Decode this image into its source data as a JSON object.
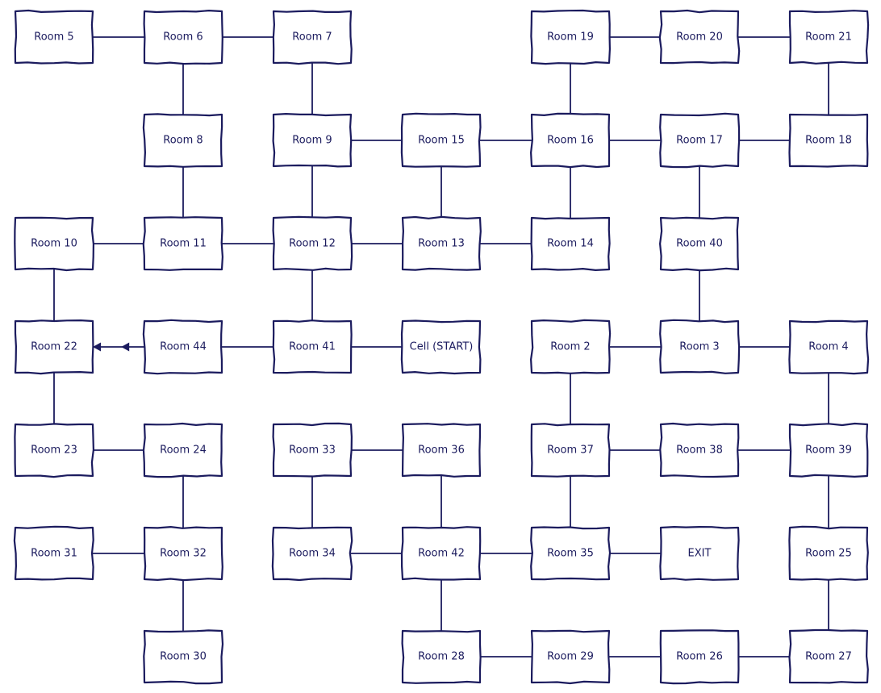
{
  "diagram": {
    "colors": {
      "stroke": "#1b1b5e",
      "fill": "#ffffff",
      "text": "#1b1b5e"
    },
    "rooms": [
      {
        "id": "r5",
        "label": "Room 5"
      },
      {
        "id": "r6",
        "label": "Room 6"
      },
      {
        "id": "r7",
        "label": "Room 7"
      },
      {
        "id": "r19",
        "label": "Room 19"
      },
      {
        "id": "r20",
        "label": "Room 20"
      },
      {
        "id": "r21",
        "label": "Room 21"
      },
      {
        "id": "r8",
        "label": "Room 8"
      },
      {
        "id": "r9",
        "label": "Room 9"
      },
      {
        "id": "r15",
        "label": "Room 15"
      },
      {
        "id": "r16",
        "label": "Room 16"
      },
      {
        "id": "r17",
        "label": "Room 17"
      },
      {
        "id": "r18",
        "label": "Room 18"
      },
      {
        "id": "r10",
        "label": "Room 10"
      },
      {
        "id": "r11",
        "label": "Room 11"
      },
      {
        "id": "r12",
        "label": "Room 12"
      },
      {
        "id": "r13",
        "label": "Room 13"
      },
      {
        "id": "r14",
        "label": "Room 14"
      },
      {
        "id": "r40",
        "label": "Room 40"
      },
      {
        "id": "r22",
        "label": "Room 22"
      },
      {
        "id": "r44",
        "label": "Room 44"
      },
      {
        "id": "r41",
        "label": "Room 41"
      },
      {
        "id": "cell",
        "label": "Cell (START)"
      },
      {
        "id": "r2",
        "label": "Room 2"
      },
      {
        "id": "r3",
        "label": "Room 3"
      },
      {
        "id": "r4",
        "label": "Room 4"
      },
      {
        "id": "r23",
        "label": "Room 23"
      },
      {
        "id": "r24",
        "label": "Room 24"
      },
      {
        "id": "r33",
        "label": "Room 33"
      },
      {
        "id": "r36",
        "label": "Room 36"
      },
      {
        "id": "r37",
        "label": "Room 37"
      },
      {
        "id": "r38",
        "label": "Room 38"
      },
      {
        "id": "r39",
        "label": "Room 39"
      },
      {
        "id": "r31",
        "label": "Room 31"
      },
      {
        "id": "r32",
        "label": "Room 32"
      },
      {
        "id": "r34",
        "label": "Room 34"
      },
      {
        "id": "r42",
        "label": "Room 42"
      },
      {
        "id": "r35",
        "label": "Room 35"
      },
      {
        "id": "exit",
        "label": "EXIT"
      },
      {
        "id": "r25",
        "label": "Room 25"
      },
      {
        "id": "r30",
        "label": "Room 30"
      },
      {
        "id": "r28",
        "label": "Room 28"
      },
      {
        "id": "r29",
        "label": "Room 29"
      },
      {
        "id": "r26",
        "label": "Room 26"
      },
      {
        "id": "r27",
        "label": "Room 27"
      }
    ],
    "connections": [
      {
        "from": "r5",
        "to": "r6"
      },
      {
        "from": "r6",
        "to": "r7"
      },
      {
        "from": "r19",
        "to": "r20"
      },
      {
        "from": "r20",
        "to": "r21"
      },
      {
        "from": "r6",
        "to": "r8"
      },
      {
        "from": "r7",
        "to": "r9"
      },
      {
        "from": "r19",
        "to": "r16"
      },
      {
        "from": "r21",
        "to": "r18"
      },
      {
        "from": "r9",
        "to": "r15"
      },
      {
        "from": "r15",
        "to": "r16"
      },
      {
        "from": "r16",
        "to": "r17"
      },
      {
        "from": "r17",
        "to": "r18"
      },
      {
        "from": "r8",
        "to": "r11"
      },
      {
        "from": "r9",
        "to": "r12"
      },
      {
        "from": "r15",
        "to": "r13"
      },
      {
        "from": "r16",
        "to": "r14"
      },
      {
        "from": "r17",
        "to": "r40"
      },
      {
        "from": "r10",
        "to": "r11"
      },
      {
        "from": "r11",
        "to": "r12"
      },
      {
        "from": "r12",
        "to": "r13"
      },
      {
        "from": "r13",
        "to": "r14"
      },
      {
        "from": "r10",
        "to": "r22"
      },
      {
        "from": "r12",
        "to": "r41"
      },
      {
        "from": "r40",
        "to": "r3"
      },
      {
        "from": "r44",
        "to": "r22",
        "arrow": true
      },
      {
        "from": "r44",
        "to": "r41"
      },
      {
        "from": "r41",
        "to": "cell"
      },
      {
        "from": "r2",
        "to": "r3"
      },
      {
        "from": "r3",
        "to": "r4"
      },
      {
        "from": "r22",
        "to": "r23"
      },
      {
        "from": "r2",
        "to": "r37"
      },
      {
        "from": "r4",
        "to": "r39"
      },
      {
        "from": "r23",
        "to": "r24"
      },
      {
        "from": "r33",
        "to": "r36"
      },
      {
        "from": "r37",
        "to": "r38"
      },
      {
        "from": "r38",
        "to": "r39"
      },
      {
        "from": "r24",
        "to": "r32"
      },
      {
        "from": "r33",
        "to": "r34"
      },
      {
        "from": "r36",
        "to": "r42"
      },
      {
        "from": "r37",
        "to": "r35"
      },
      {
        "from": "r39",
        "to": "r25"
      },
      {
        "from": "r31",
        "to": "r32"
      },
      {
        "from": "r34",
        "to": "r42"
      },
      {
        "from": "r42",
        "to": "r35"
      },
      {
        "from": "r35",
        "to": "exit"
      },
      {
        "from": "r32",
        "to": "r30"
      },
      {
        "from": "r42",
        "to": "r28"
      },
      {
        "from": "r25",
        "to": "r27"
      },
      {
        "from": "r28",
        "to": "r29"
      },
      {
        "from": "r29",
        "to": "r26"
      },
      {
        "from": "r26",
        "to": "r27"
      }
    ]
  }
}
